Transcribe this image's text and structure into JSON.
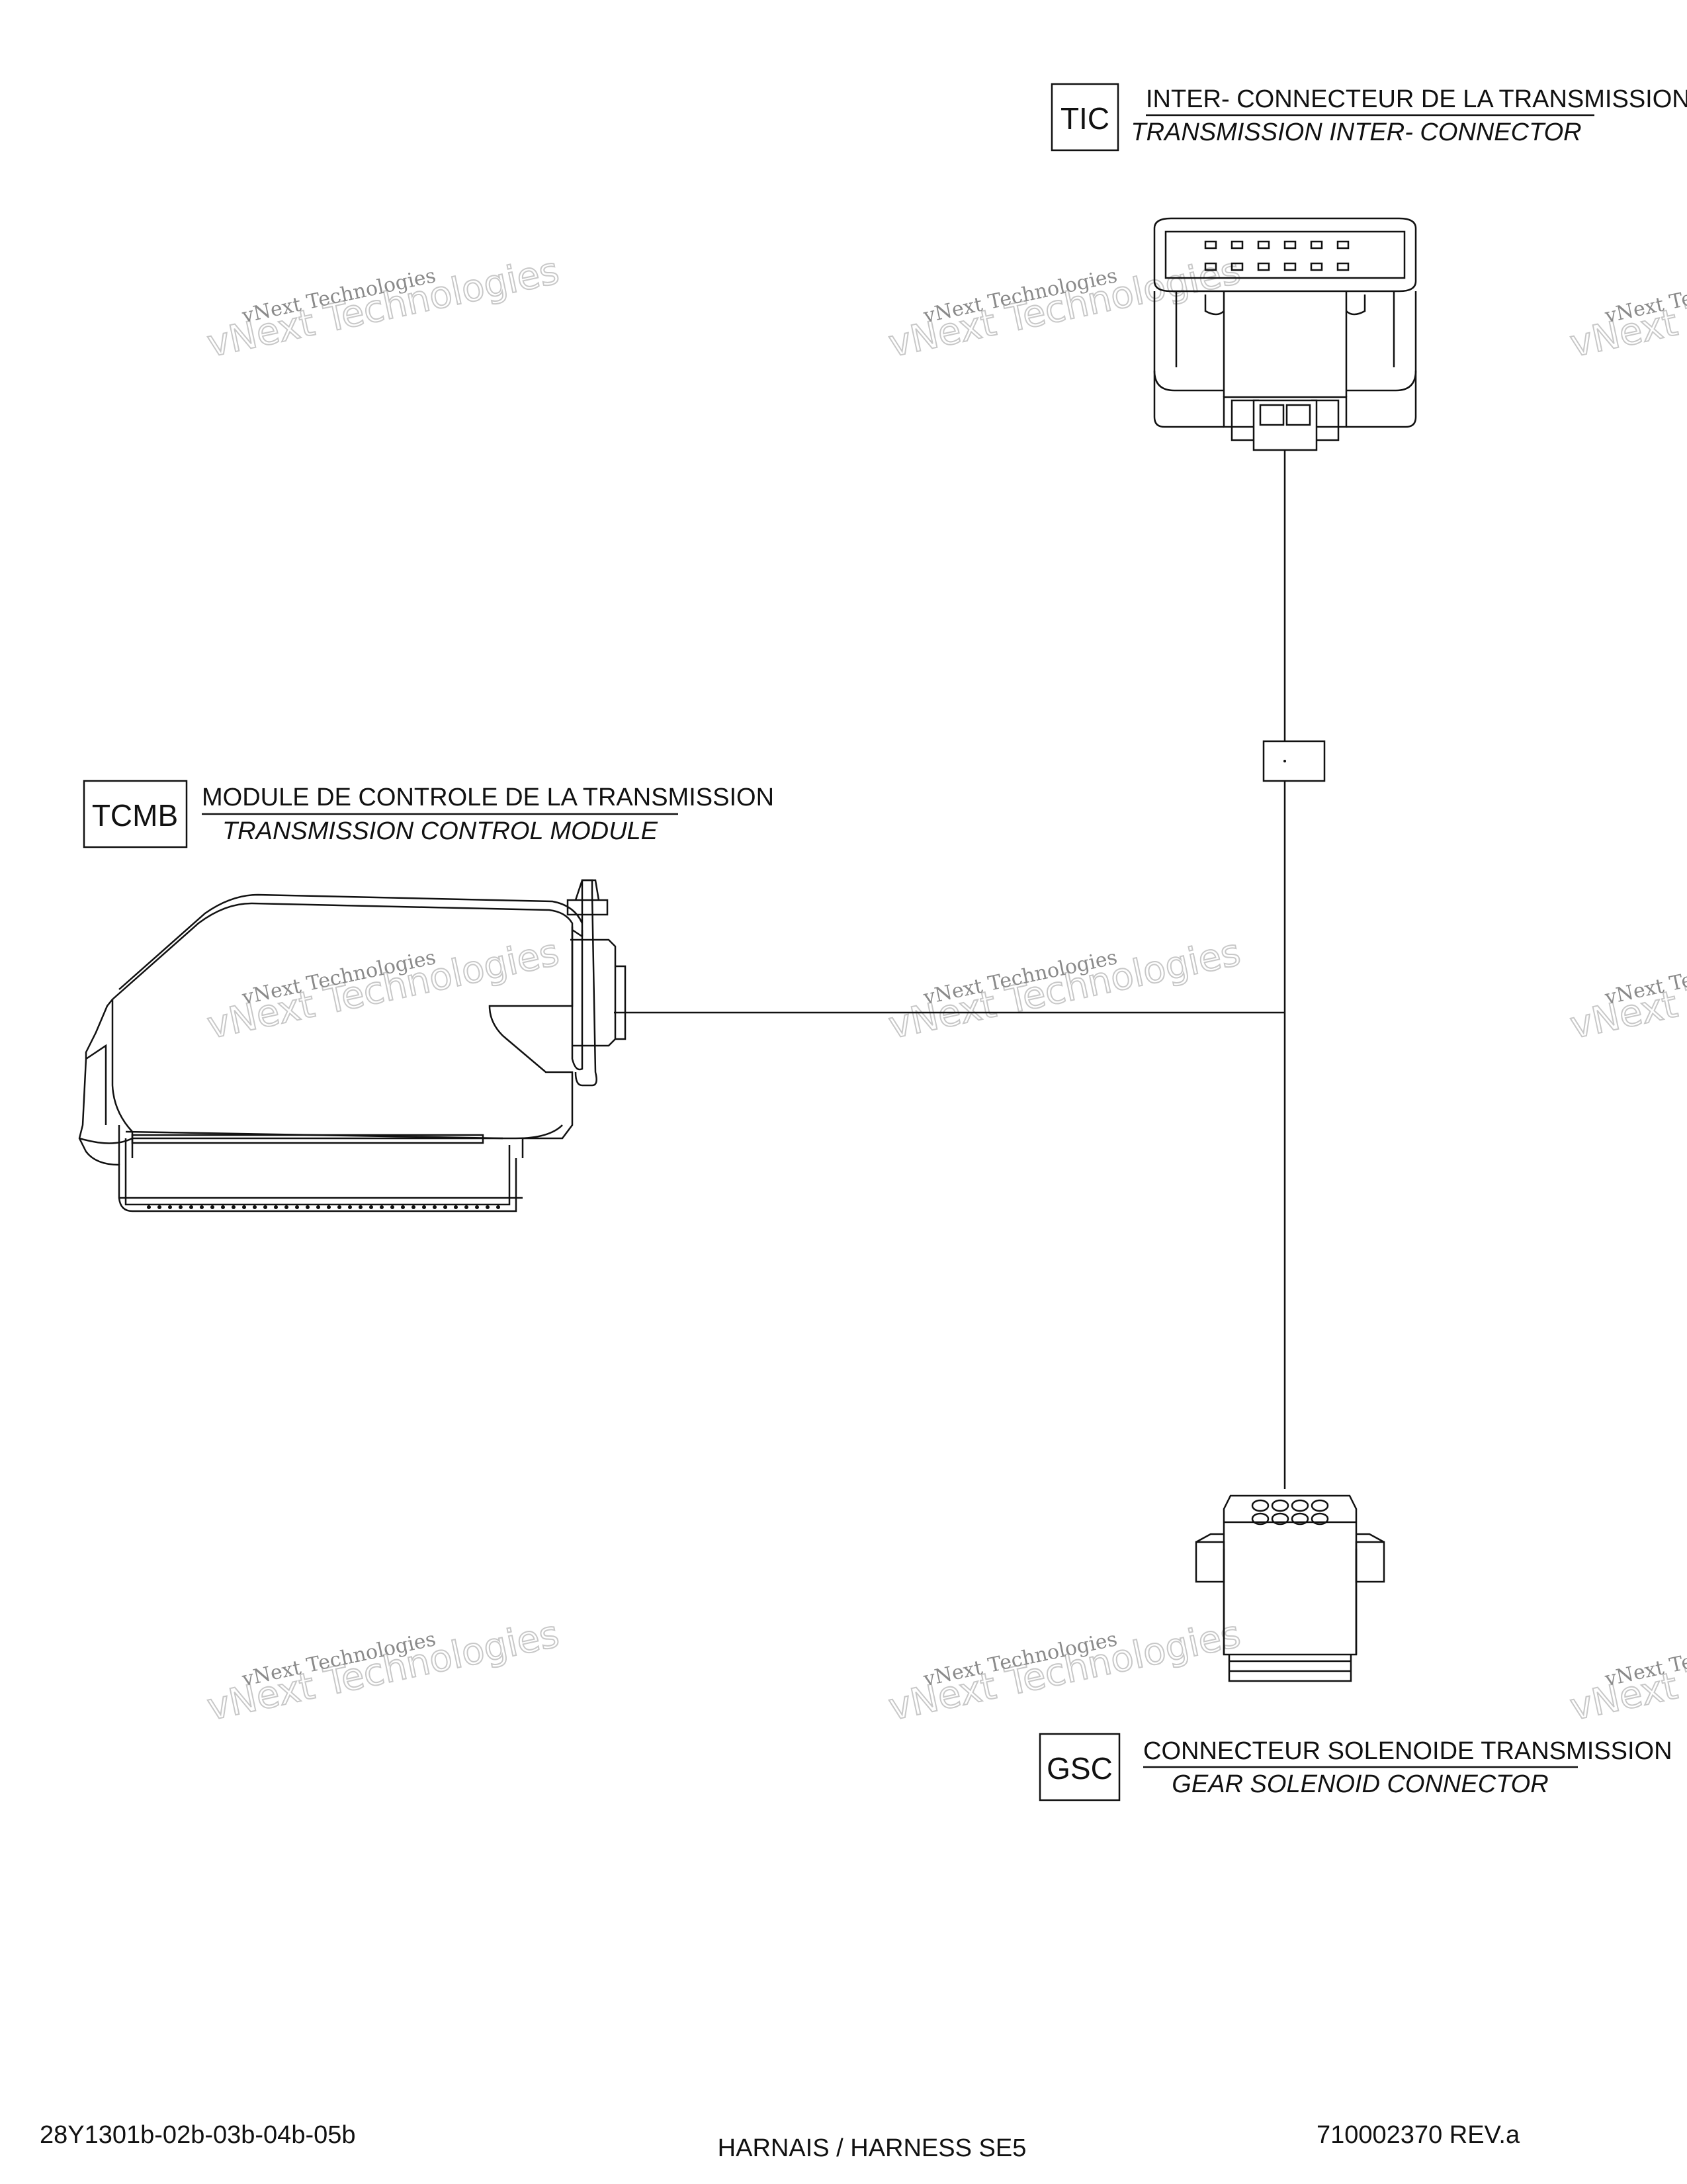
{
  "connectors": {
    "tic": {
      "code": "TIC",
      "label_fr": "INTER-  CONNECTEUR DE LA TRANSMISSION",
      "label_en": "TRANSMISSION INTER-  CONNECTOR"
    },
    "tcmb": {
      "code": "TCMB",
      "label_fr": "MODULE DE CONTROLE DE LA TRANSMISSION",
      "label_en": "TRANSMISSION CONTROL MODULE"
    },
    "gsc": {
      "code": "GSC",
      "label_fr": "CONNECTEUR SOLENOIDE TRANSMISSION",
      "label_en": "GEAR SOLENOID CONNECTOR"
    }
  },
  "watermark": {
    "line1": "vNext Technologies",
    "line2": "vNext Technologies"
  },
  "footer": {
    "left": "28Y1301b-02b-03b-04b-05b",
    "center": "HARNAIS / HARNESS SE5",
    "right": "710002370   REV.a"
  }
}
